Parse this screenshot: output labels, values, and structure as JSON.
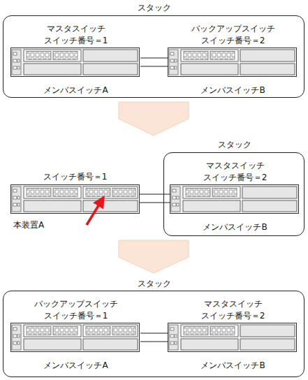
{
  "diagram": {
    "nodes": [
      {
        "text": [
          "スタック"
        ]
      },
      {
        "text": [
          "マスタスイッチ",
          "スイッチ番号＝1",
          "メンバスイッチA"
        ],
        "in": 0
      },
      {
        "text": [
          "バックアップスイッチ",
          "スイッチ番号＝2",
          "メンバスイッチB"
        ],
        "in": 0
      },
      {
        "text": [
          "スタック"
        ]
      },
      {
        "text": [
          "マスタスイッチ",
          "スイッチ番号＝2",
          "メンバスイッチB"
        ],
        "in": 3
      },
      {
        "text": [
          "スイッチ番号＝1",
          "本装置A"
        ]
      },
      {
        "text": [
          "スタック"
        ]
      },
      {
        "text": [
          "バックアップスイッチ",
          "スイッチ番号＝1",
          "メンバスイッチA"
        ],
        "in": 6
      },
      {
        "text": [
          "マスタスイッチ",
          "スイッチ番号＝2",
          "メンバスイッチB"
        ],
        "in": 6
      }
    ],
    "edges": [
      {
        "from": 1,
        "to": 2,
        "arrow": "none"
      },
      {
        "from": 1,
        "to": 2,
        "arrow": "none"
      },
      {
        "from": 5,
        "to": 4,
        "arrow": "none"
      },
      {
        "from": 5,
        "to": 4,
        "arrow": "none"
      },
      {
        "from": 7,
        "to": 8,
        "arrow": "none"
      },
      {
        "from": 7,
        "to": 8,
        "arrow": "none"
      }
    ]
  }
}
